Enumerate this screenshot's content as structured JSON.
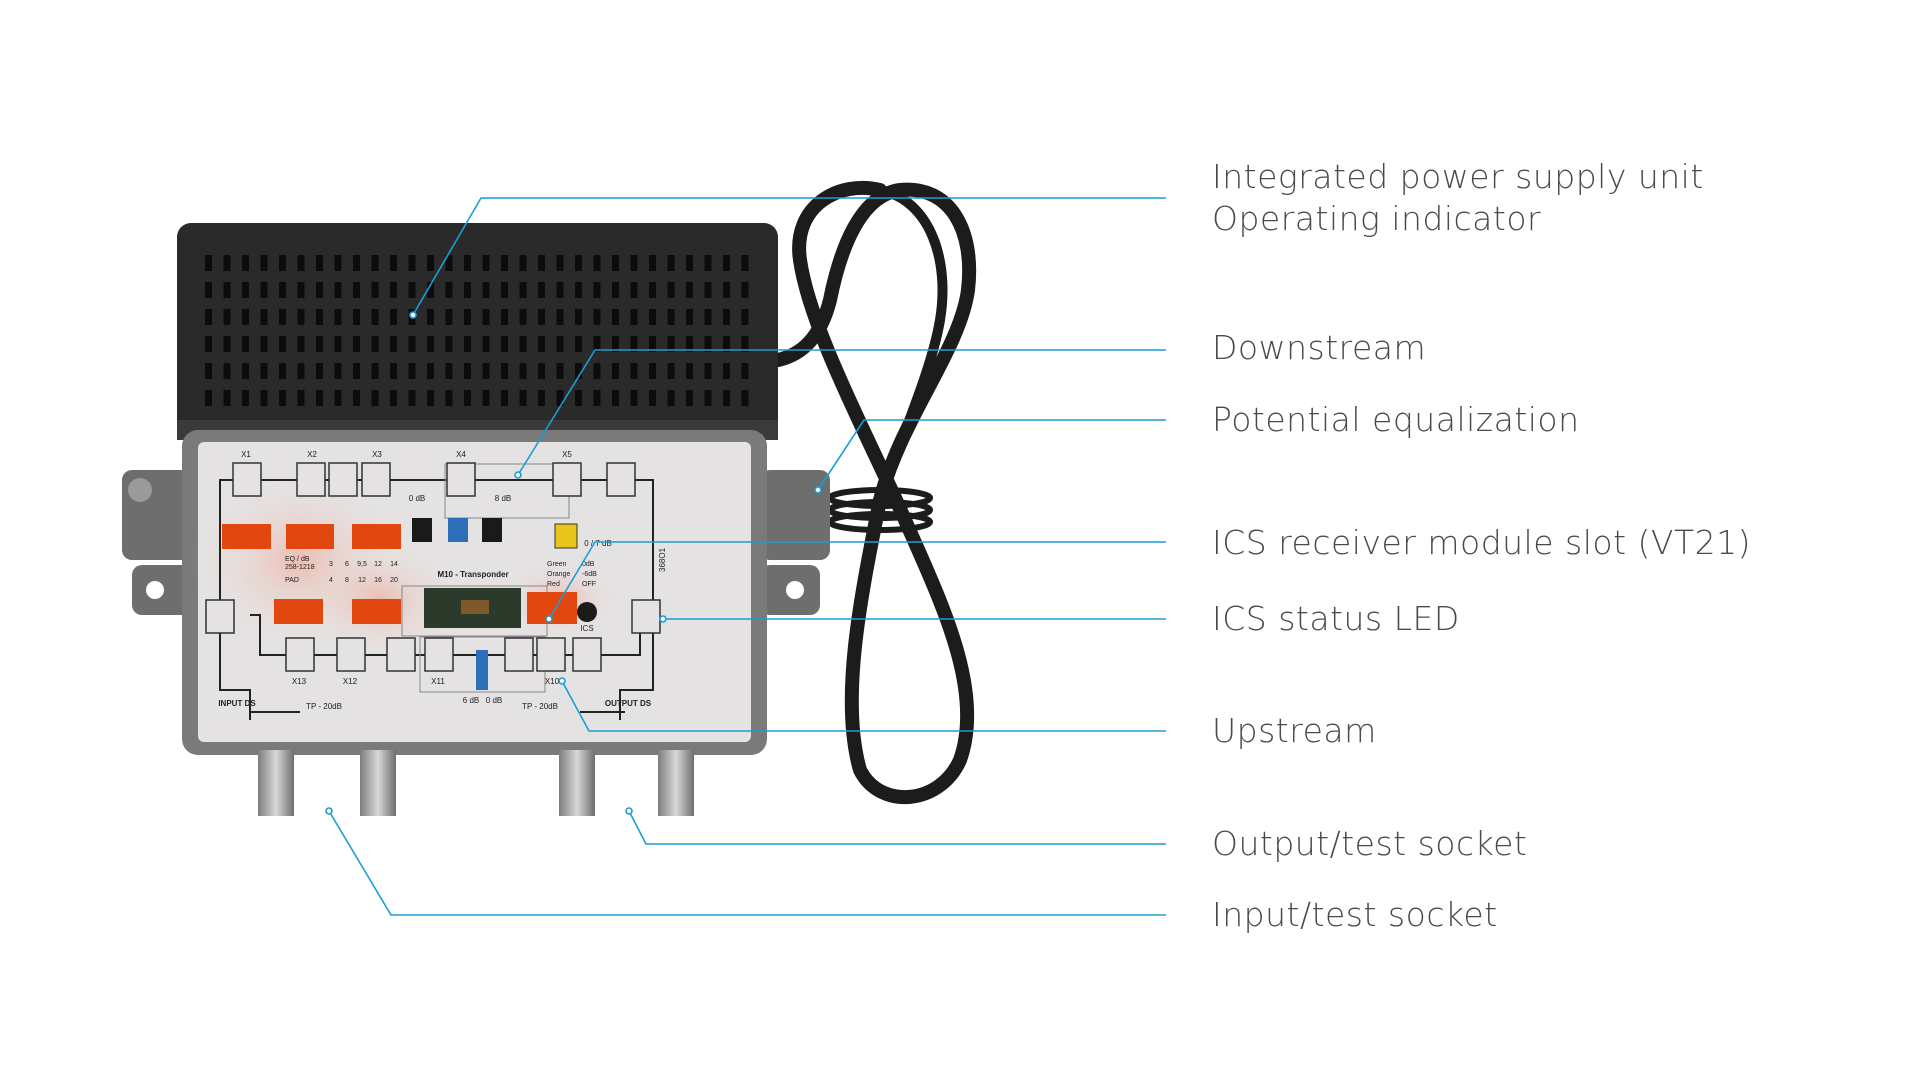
{
  "accent_color": "#1a9ed6",
  "callouts": [
    {
      "id": "psu",
      "label": "Integrated power supply unit"
    },
    {
      "id": "operating",
      "label": "Operating indicator"
    },
    {
      "id": "downstream",
      "label": "Downstream"
    },
    {
      "id": "potential",
      "label": "Potential equalization"
    },
    {
      "id": "ics-slot",
      "label": "ICS receiver module slot (VT21)"
    },
    {
      "id": "ics-led",
      "label": "ICS status LED"
    },
    {
      "id": "upstream",
      "label": "Upstream"
    },
    {
      "id": "output",
      "label": "Output/test socket"
    },
    {
      "id": "input",
      "label": "Input/test socket"
    }
  ],
  "panel": {
    "slots_top": [
      "X1",
      "X2",
      "X3",
      "X4",
      "X5"
    ],
    "slots_bottom": [
      "X13",
      "X12",
      "X11",
      "X10"
    ],
    "input_label": "INPUT DS",
    "output_label": "OUTPUT DS",
    "tp_left": "TP - 20dB",
    "tp_right": "TP - 20dB",
    "jumper_0db": "0 dB",
    "jumper_8db": "8 dB",
    "switch_07": "0 / 7 dB",
    "us_6db": "6 dB",
    "us_0db": "0 dB",
    "transponder": "M10 - Transponder",
    "ics": "ICS",
    "serial": "368O1",
    "eq_table": {
      "row1_head": "EQ / dB",
      "row1_sub": "258-1218",
      "row1": [
        "3",
        "6",
        "9,5",
        "12",
        "14"
      ],
      "row2_head": "PAD",
      "row2": [
        "4",
        "8",
        "12",
        "16",
        "20"
      ]
    },
    "led_legend": [
      {
        "color": "Green",
        "value": "0dB"
      },
      {
        "color": "Orange",
        "value": "-6dB"
      },
      {
        "color": "Red",
        "value": "OFF"
      }
    ]
  }
}
